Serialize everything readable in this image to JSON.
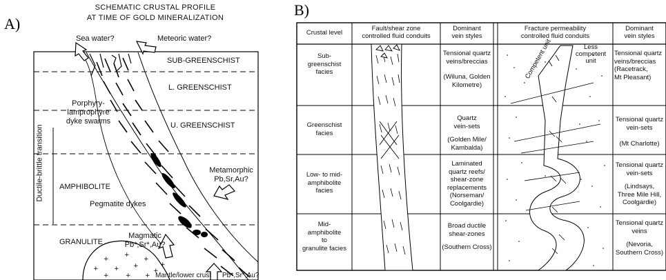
{
  "panel_a": {
    "letter": "A)",
    "title_line1": "SCHEMATIC CRUSTAL PROFILE",
    "title_line2": "AT TIME OF GOLD MINERALIZATION",
    "sea_water": "Sea water?",
    "meteoric_water": "Meteoric water?",
    "zones": [
      "SUB-GREENSCHIST",
      "L. GREENSCHIST",
      "U. GREENSCHIST",
      "AMPHIBOLITE",
      "GRANULITE"
    ],
    "transition_label": "Ductile-brittle transition",
    "dyke_line1": "Porphyry-",
    "dyke_line2": "lamprophyre",
    "dyke_line3": "dyke swarms",
    "metamorphic_line1": "Metamorphic",
    "metamorphic_line2": "Pb,Sr,Au?",
    "pegmatite": "Pegmatite dykes",
    "magmatic_line1": "Magmatic",
    "magmatic_line2": "Pb*,Sr*,Au?",
    "mantle": "Mantle/lower crust",
    "mantle_source": "Pb*,Sr*,Au?"
  },
  "panel_b": {
    "letter": "B)",
    "headers": {
      "crustal_level": "Crustal level",
      "fault_line1": "Fault/shear zone",
      "fault_line2": "controlled fluid conduits",
      "vein1_line1": "Dominant",
      "vein1_line2": "vein styles",
      "frac_line1": "Fracture permeability",
      "frac_line2": "controlled fluid conduits",
      "vein2_line1": "Dominant",
      "vein2_line2": "vein styles"
    },
    "competent_unit": "Competent unit",
    "less_competent_line1": "Less",
    "less_competent_line2": "competent",
    "less_competent_line3": "unit",
    "rows": [
      {
        "level": [
          "Sub-",
          "greenschist",
          "facies"
        ],
        "vein1": [
          "Tensional quartz",
          "veins/breccias",
          "",
          "(Wiluna, Golden",
          "Kilometre)"
        ],
        "vein2": [
          "Tensional quartz",
          "veins/breccias",
          "(Racetrack,",
          "Mt Pleasant)"
        ]
      },
      {
        "level": [
          "Greenschist",
          "facies"
        ],
        "vein1": [
          "Quartz",
          "vein-sets",
          "",
          "(Golden Mile/",
          "Kambalda)"
        ],
        "vein2": [
          "Tensional quartz",
          "vein-sets",
          "",
          "(Mt Charlotte)"
        ]
      },
      {
        "level": [
          "Low- to mid-",
          "amphibolite",
          "facies"
        ],
        "vein1": [
          "Laminated",
          "quartz reefs/",
          "shear-zone",
          "replacements",
          "(Norseman/",
          "Coolgardie)"
        ],
        "vein2": [
          "Tensional quartz",
          "vein-sets",
          "",
          "(Lindsays,",
          "Three Mile Hill,",
          "Coolgardie)"
        ]
      },
      {
        "level": [
          "Mid-",
          "amphibolite",
          "to",
          "granulite facies"
        ],
        "vein1": [
          "Broad ductile",
          "shear-zones",
          "",
          "(Southern Cross)"
        ],
        "vein2": [
          "Tensional quartz",
          "veins",
          "",
          "(Nevoria,",
          "Southern Cross)"
        ]
      }
    ]
  }
}
